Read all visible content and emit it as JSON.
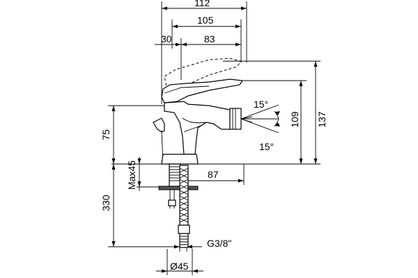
{
  "dimensions": {
    "d112": "112",
    "d105": "105",
    "d30": "30",
    "d83": "83",
    "d15a": "15°",
    "d15b": "15°",
    "d137": "137",
    "d109": "109",
    "d75": "75",
    "dmax45": "Max45",
    "d87": "87",
    "d330": "330",
    "thread": "G3/8\"",
    "dia45": "Ø45"
  }
}
